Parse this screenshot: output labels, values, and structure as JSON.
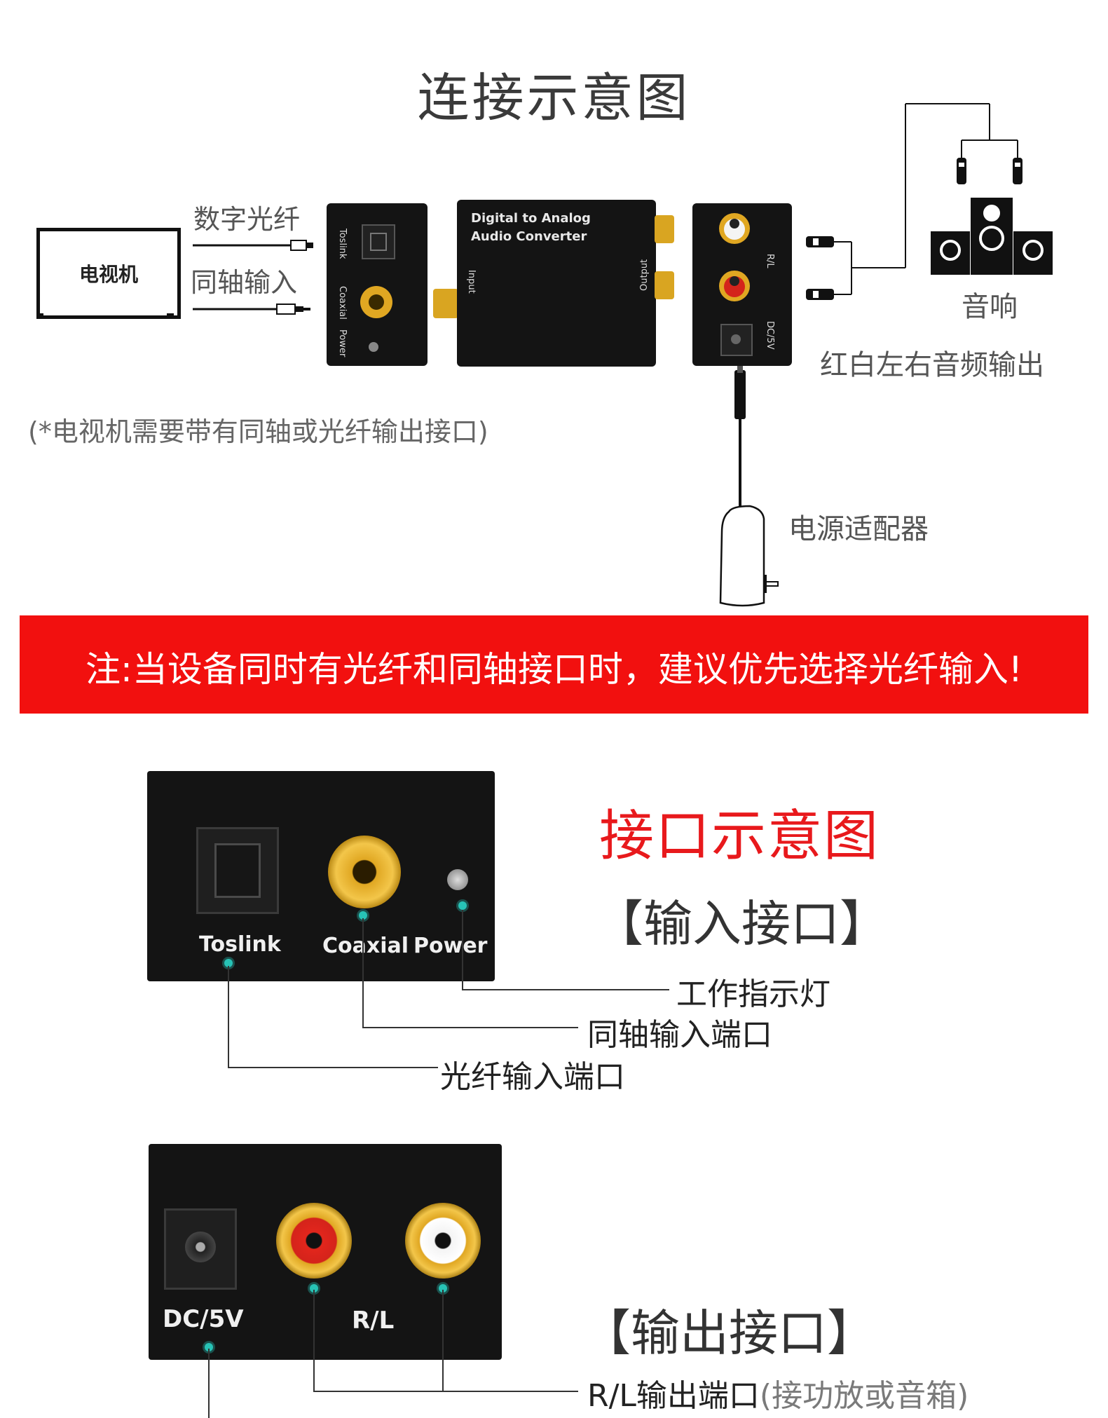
{
  "diagram": {
    "title": "连接示意图",
    "tv_label": "电视机",
    "optical_label": "数字光纤",
    "coaxial_label": "同轴输入",
    "note_tv": "(*电视机需要带有同轴或光纤输出接口)",
    "converter_line1": "Digital to Analog",
    "converter_line2": "Audio Converter",
    "input_port_label": "Input",
    "output_port_label": "Output",
    "toslink_side": "Toslink",
    "coaxial_side": "Coaxial",
    "power_side": "Power",
    "rl_side": "R/L",
    "dc_side": "DC/5V",
    "speaker_label": "音响",
    "rl_output_label": "红白左右音频输出",
    "adapter_label": "电源适配器"
  },
  "notice": {
    "text": "注:当设备同时有光纤和同轴接口时，建议优先选择光纤输入!"
  },
  "ports": {
    "title": "接口示意图",
    "input_title": "【输入接口】",
    "input_panel": {
      "toslink": "Toslink",
      "coaxial": "Coaxial",
      "power": "Power"
    },
    "input_leaders": {
      "power": "工作指示灯",
      "coaxial": "同轴输入端口",
      "optical": "光纤输入端口"
    },
    "output_title": "【输出接口】",
    "output_panel": {
      "dc": "DC/5V",
      "rl": "R/L"
    },
    "output_leader_main": "R/L输出端口",
    "output_leader_sub": "(接功放或音箱)"
  },
  "colors": {
    "accent_red": "#f2100f",
    "dot_teal": "#27c3b6",
    "rca_gold": "#d9a521",
    "device": "#141414"
  }
}
